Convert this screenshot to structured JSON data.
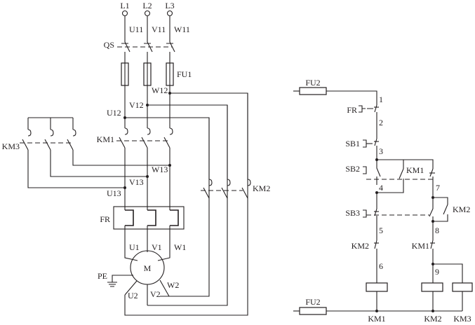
{
  "power": {
    "phases": [
      "L1",
      "L2",
      "L3"
    ],
    "line_in": [
      "U11",
      "V11",
      "W11"
    ],
    "isolator": "QS",
    "fuse": "FU1",
    "wires_12": [
      "U12",
      "V12",
      "W12"
    ],
    "wires_13": [
      "U13",
      "V13",
      "W13"
    ],
    "contactors": [
      "KM1",
      "KM2",
      "KM3"
    ],
    "overload": "FR",
    "motor": "M",
    "motor_terminals": [
      "U1",
      "V1",
      "W1",
      "U2",
      "V2",
      "W2"
    ],
    "earth": "PE"
  },
  "control": {
    "fuse_top": "FU2",
    "fuse_bottom": "FU2",
    "fr_contact": "FR",
    "stop_button": "SB1",
    "start_button_1": "SB2",
    "start_button_2": "SB3",
    "km1_seal": "KM1",
    "km2_seal": "KM2",
    "km2_interlock": "KM2",
    "km1_interlock": "KM1",
    "node_numbers": [
      "1",
      "2",
      "3",
      "4",
      "5",
      "6",
      "7",
      "8",
      "9"
    ],
    "coils": [
      "KM1",
      "KM2",
      "KM3"
    ]
  }
}
